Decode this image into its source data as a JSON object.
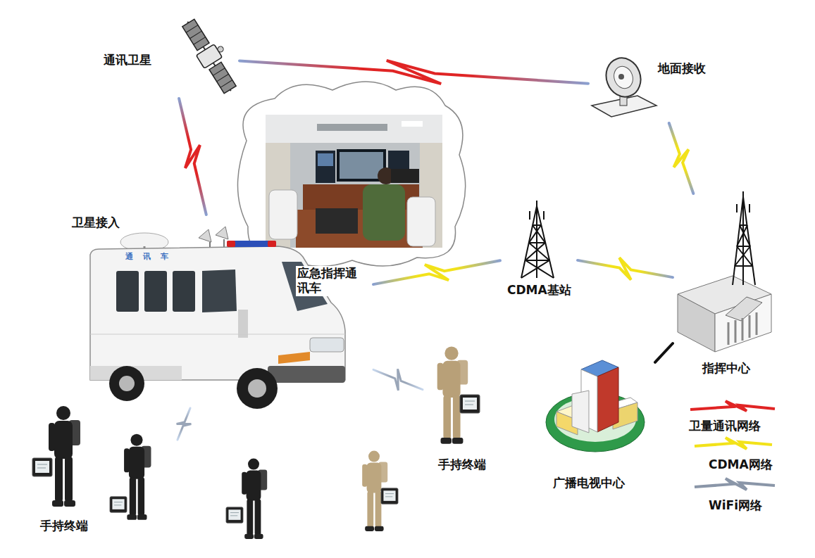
{
  "diagram": {
    "nodes": [
      {
        "text": [
          "通讯卫星"
        ]
      },
      {
        "text": [
          "地面接收"
        ]
      },
      {
        "text": [
          "应急指挥通讯车"
        ]
      },
      {
        "text": [
          "CDMA基站"
        ]
      },
      {
        "text": [
          "指挥中心"
        ]
      },
      {
        "text": [
          "手持终端"
        ]
      },
      {
        "text": [
          "广播电视中心"
        ]
      },
      {
        "text": [
          "手持终端"
        ]
      }
    ],
    "edges": [
      {
        "from": 0,
        "to": 1,
        "arrow": "none"
      },
      {
        "from": 0,
        "to": 2,
        "arrow": "none"
      },
      {
        "from": 1,
        "to": 4,
        "arrow": "none"
      },
      {
        "from": 4,
        "to": 3,
        "arrow": "none"
      },
      {
        "from": 3,
        "to": 2,
        "arrow": "none"
      },
      {
        "from": 2,
        "to": 5,
        "arrow": "none"
      },
      {
        "from": 2,
        "to": 7,
        "arrow": "none"
      },
      {
        "from": 4,
        "to": 6,
        "arrow": "none"
      }
    ],
    "labels": [
      "卫星接入",
      "通讯车"
    ],
    "legend": [
      {
        "text": "卫量通讯网络"
      },
      {
        "text": "CDMA网络"
      },
      {
        "text": "WiFi网络"
      }
    ]
  }
}
